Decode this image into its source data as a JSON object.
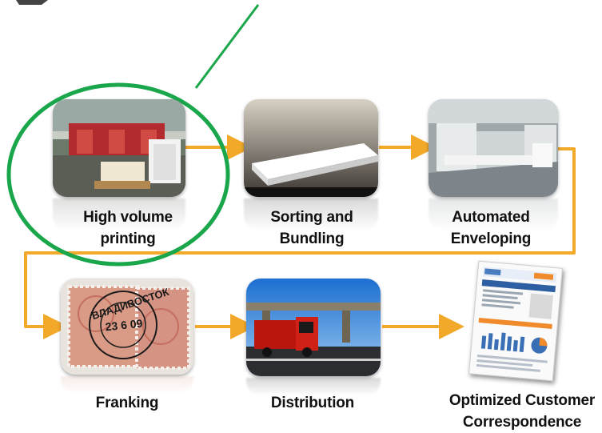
{
  "steps": [
    {
      "label_line1": "High volume",
      "label_line2": "printing"
    },
    {
      "label_line1": "Sorting and",
      "label_line2": "Bundling"
    },
    {
      "label_line1": "Automated",
      "label_line2": "Enveloping"
    },
    {
      "label_line1": "Franking",
      "label_line2": ""
    },
    {
      "label_line1": "Distribution",
      "label_line2": ""
    },
    {
      "label_line1": "Optimized Customer",
      "label_line2": "Correspondence"
    }
  ],
  "stamp": {
    "postmark_text": "ВЛАДИВОСТОК",
    "date_text": "23 6 09"
  },
  "colors": {
    "flow_arrow": "#f2a92a",
    "highlight_circle": "#1aa64a",
    "text": "#111111"
  },
  "icons": [
    "printing-press-image",
    "paper-stack-image",
    "enveloping-machine-image",
    "postage-stamp-image",
    "truck-image",
    "document-report-image"
  ]
}
